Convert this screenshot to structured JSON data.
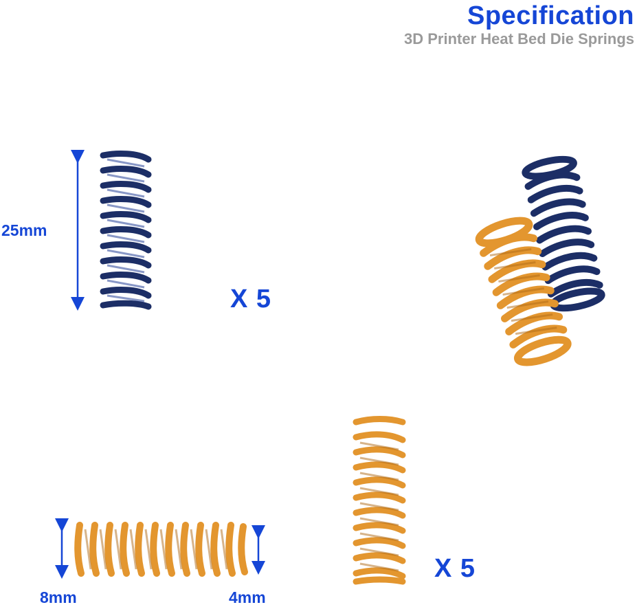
{
  "header": {
    "title": "Specification",
    "subtitle": "3D Printer Heat Bed Die Springs"
  },
  "dimensions": {
    "length": "25mm",
    "outer_diameter": "8mm",
    "inner_diameter": "4mm"
  },
  "quantities": {
    "blue": "X 5",
    "orange": "X 5"
  },
  "colors": {
    "accent": "#1546d6",
    "subtitle": "#9a9a9a",
    "blue_spring": "#1c2e66",
    "orange_spring": "#e3962f"
  }
}
